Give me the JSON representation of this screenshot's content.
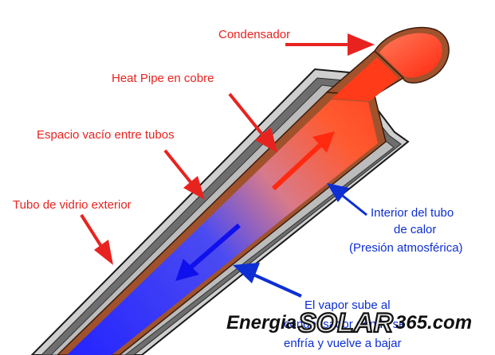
{
  "labels": {
    "condensador": "Condensador",
    "heat_pipe": "Heat Pipe en cobre",
    "espacio_vacio": "Espacio vacío entre tubos",
    "tubo_vidrio": "Tubo de vidrio exterior",
    "interior_line1": "Interior del tubo",
    "interior_line2": "de calor",
    "interior_line3": "(Presión atmosférica)",
    "vapor_line1": "El vapor sube al",
    "vapor_line2": "condensador donde se",
    "vapor_line3": "enfría y vuelve a bajar"
  },
  "watermark": {
    "part1": "Energia",
    "part2": "SOLAR",
    "part3": "365.com"
  },
  "colors": {
    "label_red": "#e8231f",
    "label_blue": "#0d2fd4",
    "glass_tube": "#6b6b6b",
    "copper": "#a0522d",
    "hot": "#ff3b1a",
    "cold": "#2b2bff"
  }
}
